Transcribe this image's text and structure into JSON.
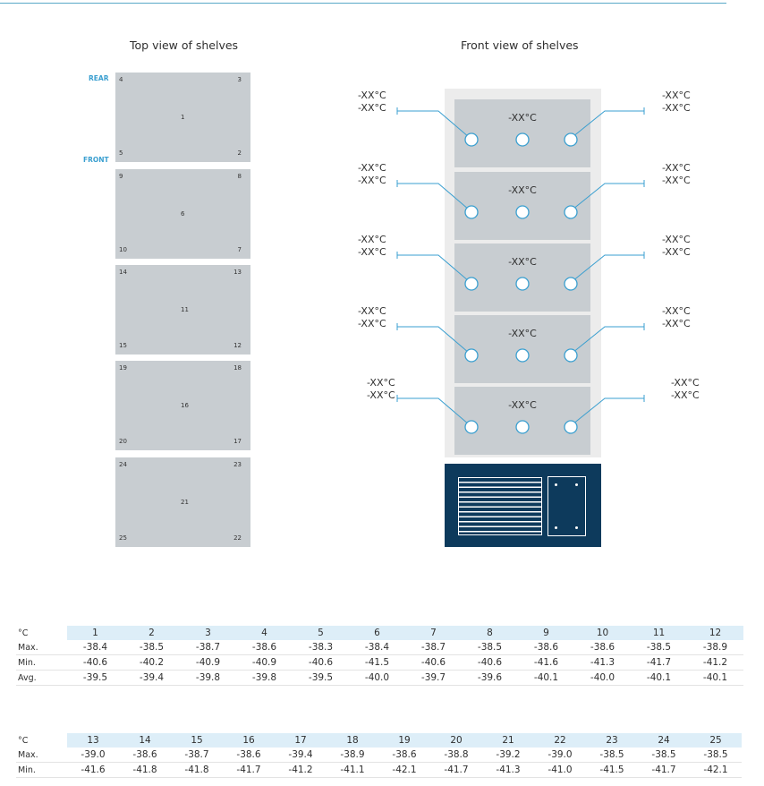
{
  "titles": {
    "top": "Top view of shelves",
    "front": "Front view of shelves"
  },
  "tags": {
    "rear": "REAR",
    "front": "FRONT"
  },
  "shelves": [
    {
      "corners": [
        "4",
        "3",
        "5",
        "2"
      ],
      "center": "1"
    },
    {
      "corners": [
        "9",
        "8",
        "10",
        "7"
      ],
      "center": "6"
    },
    {
      "corners": [
        "14",
        "13",
        "15",
        "12"
      ],
      "center": "11"
    },
    {
      "corners": [
        "19",
        "18",
        "20",
        "17"
      ],
      "center": "16"
    },
    {
      "corners": [
        "24",
        "23",
        "25",
        "22"
      ],
      "center": "21"
    }
  ],
  "front_view": {
    "shelf_temp": "-XX°C",
    "side_label": [
      "-XX°C",
      "-XX°C"
    ]
  },
  "table1": {
    "unit": "°C",
    "cols": [
      "1",
      "2",
      "3",
      "4",
      "5",
      "6",
      "7",
      "8",
      "9",
      "10",
      "11",
      "12"
    ],
    "rows": [
      {
        "label": "Max.",
        "values": [
          "-38.4",
          "-38.5",
          "-38.7",
          "-38.6",
          "-38.3",
          "-38.4",
          "-38.7",
          "-38.5",
          "-38.6",
          "-38.6",
          "-38.5",
          "-38.9"
        ]
      },
      {
        "label": "Min.",
        "values": [
          "-40.6",
          "-40.2",
          "-40.9",
          "-40.9",
          "-40.6",
          "-41.5",
          "-40.6",
          "-40.6",
          "-41.6",
          "-41.3",
          "-41.7",
          "-41.2"
        ]
      },
      {
        "label": "Avg.",
        "values": [
          "-39.5",
          "-39.4",
          "-39.8",
          "-39.8",
          "-39.5",
          "-40.0",
          "-39.7",
          "-39.6",
          "-40.1",
          "-40.0",
          "-40.1",
          "-40.1"
        ]
      }
    ]
  },
  "table2": {
    "unit": "°C",
    "cols": [
      "13",
      "14",
      "15",
      "16",
      "17",
      "18",
      "19",
      "20",
      "21",
      "22",
      "23",
      "24",
      "25"
    ],
    "rows": [
      {
        "label": "Max.",
        "values": [
          "-39.0",
          "-38.6",
          "-38.7",
          "-38.6",
          "-39.4",
          "-38.9",
          "-38.6",
          "-38.8",
          "-39.2",
          "-39.0",
          "-38.5",
          "-38.5",
          "-38.5"
        ]
      },
      {
        "label": "Min.",
        "values": [
          "-41.6",
          "-41.8",
          "-41.8",
          "-41.7",
          "-41.2",
          "-41.1",
          "-42.1",
          "-41.7",
          "-41.3",
          "-41.0",
          "-41.5",
          "-41.7",
          "-42.1"
        ]
      }
    ]
  }
}
